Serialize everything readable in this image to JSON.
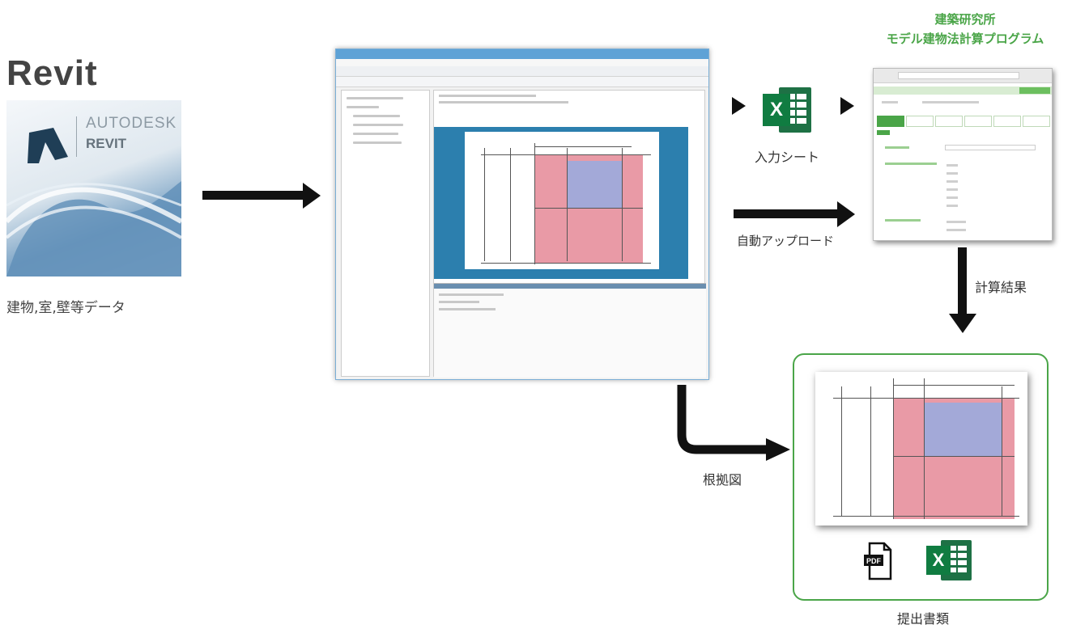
{
  "revit": {
    "title": "Revit",
    "logo_brand": "AUTODESK",
    "logo_product": "REVIT",
    "caption": "建物,室,壁等データ"
  },
  "excel_input": {
    "badge": "X",
    "label": "入力シート"
  },
  "upload_label": "自動アップロード",
  "web_program": {
    "title_line1": "建築研究所",
    "title_line2": "モデル建物法計算プログラム"
  },
  "calc_result_label": "計算結果",
  "evidence_label": "根拠図",
  "output": {
    "pdf_label": "PDF",
    "excel_badge": "X",
    "label": "提出書類"
  },
  "colors": {
    "arrow": "#111111",
    "accent_green": "#4aa548",
    "excel_green": "#1e7145",
    "plan_red": "#e99aa6",
    "plan_blue": "#a3a9d8",
    "revit_canvas_blue": "#2c7fae"
  }
}
